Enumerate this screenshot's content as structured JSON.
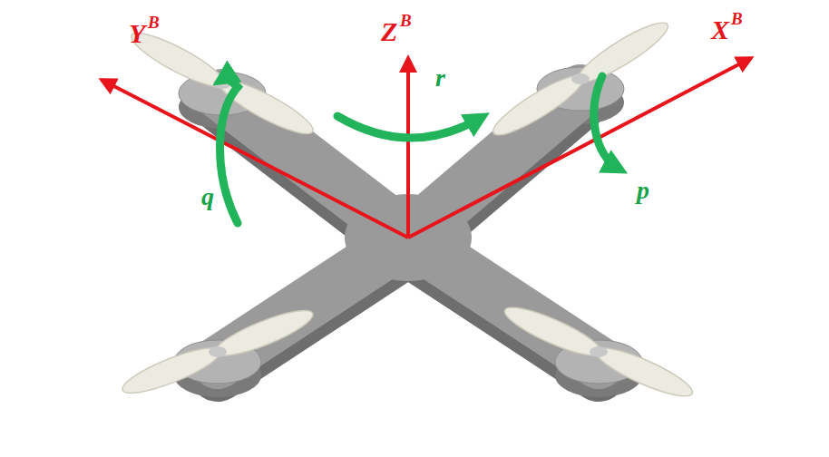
{
  "diagram": {
    "labels": [
      "Y",
      "B",
      "Z",
      "B",
      "X",
      "B",
      "r",
      "q",
      "p"
    ]
  }
}
